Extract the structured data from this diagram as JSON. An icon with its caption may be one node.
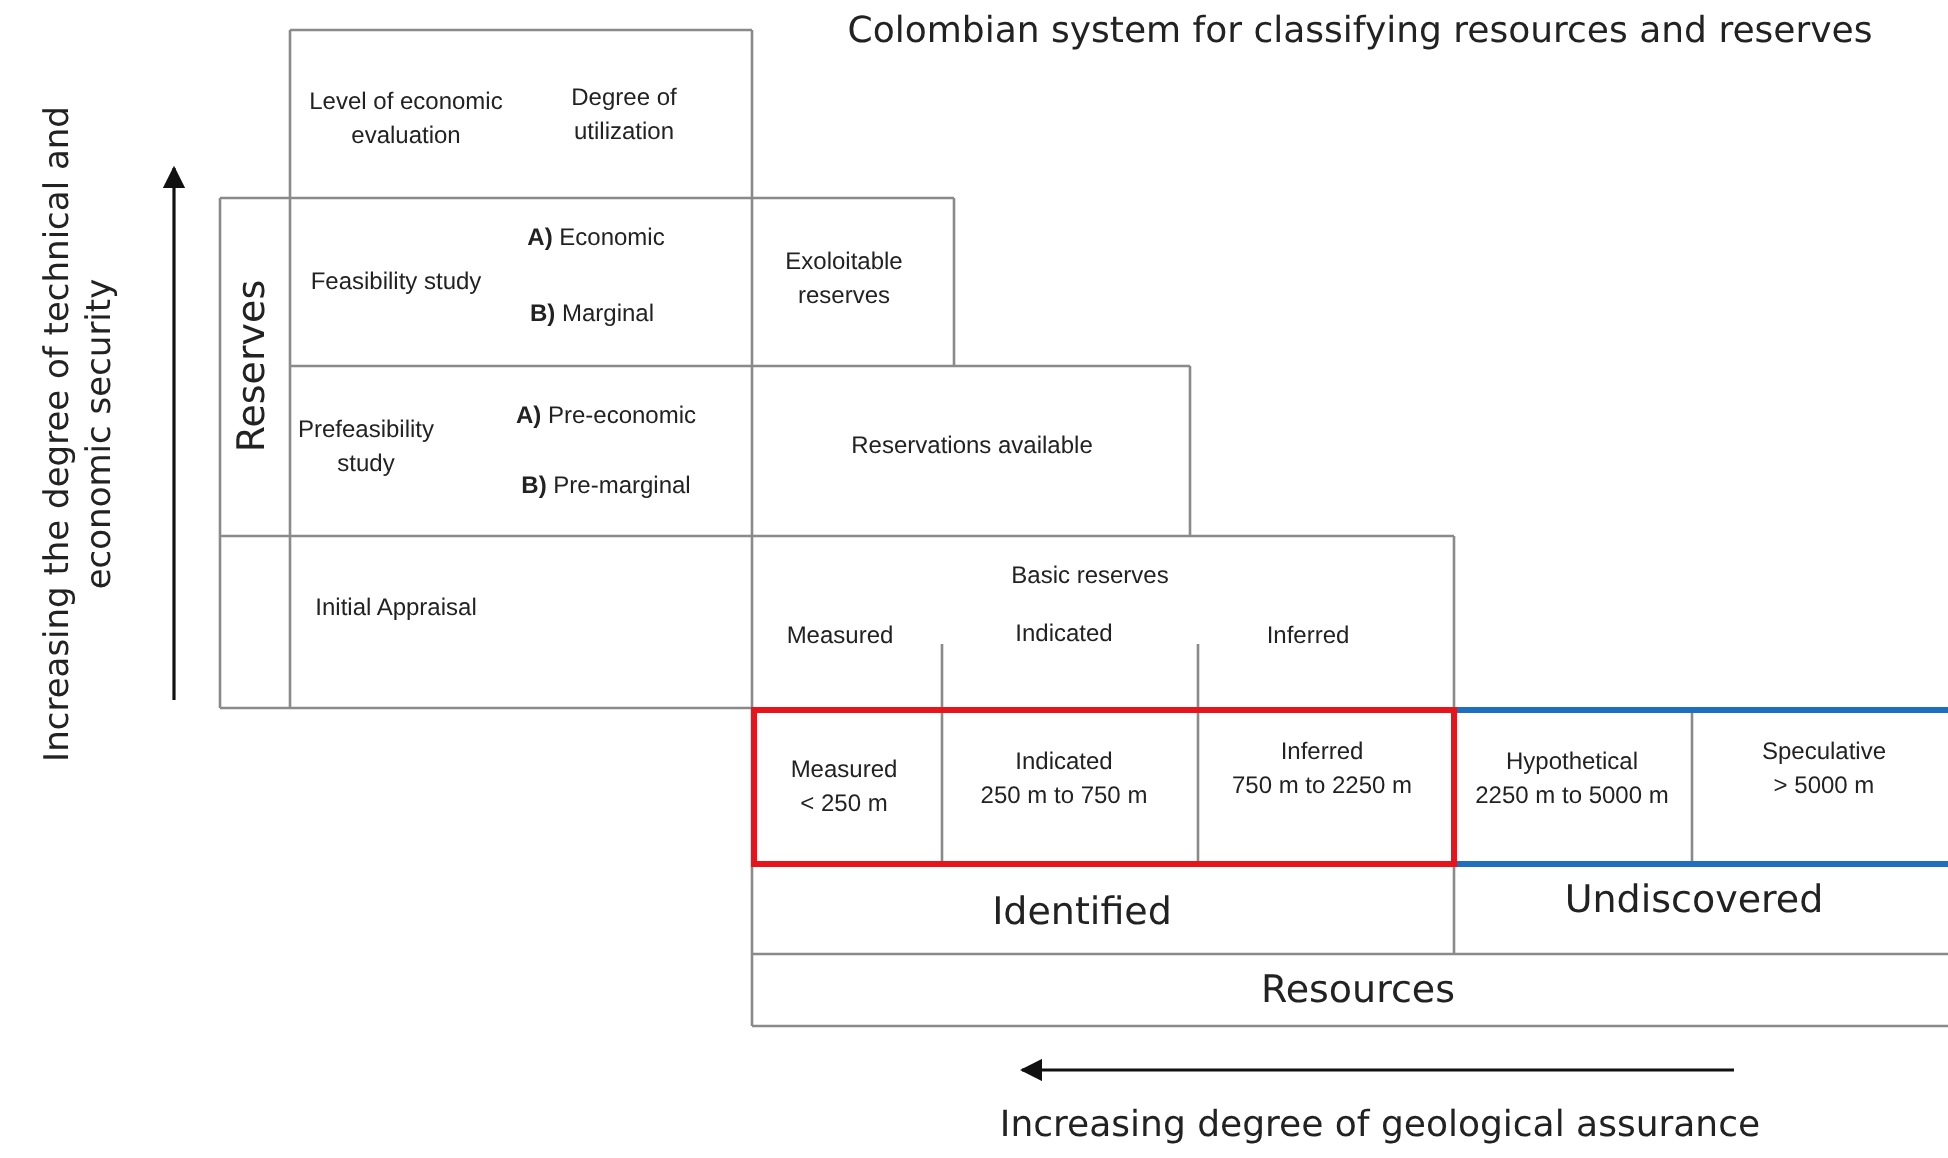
{
  "diagram": {
    "title": "Colombian system for classifying resources and reserves",
    "labels": [
      "Level of economic evaluation",
      "Degree of utilization",
      "Reserves",
      "Feasibility study",
      "**A)** Economic",
      "**B)** Marginal",
      "Exoloitable reserves",
      "Prefeasibility study",
      "**A)** Pre-economic",
      "**B)** Pre-marginal",
      "Reservations available",
      "Initial Appraisal",
      "Basic reserves",
      "Measured",
      "Indicated",
      "Inferred",
      "Measured < 250 m",
      "Indicated 250 m to 750 m",
      "Inferred 750 m to 2250 m",
      "Hypothetical 2250 m to 5000 m",
      "Speculative > 5000 m",
      "Identified",
      "Undiscovered",
      "Resources",
      "Increasing the degree of technical and economic security",
      "Increasing degree of geological assurance"
    ]
  }
}
